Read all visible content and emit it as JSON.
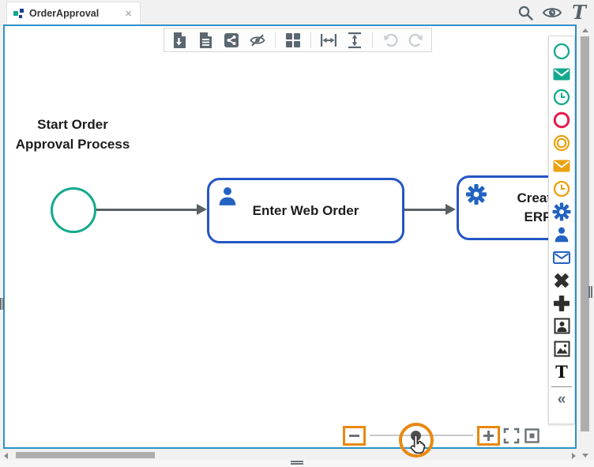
{
  "tab_bar": {
    "tab": {
      "icon": "process-icon",
      "title": "OrderApproval",
      "close_glyph": "×"
    },
    "right_icons": {
      "search": "search-icon",
      "watch": "watch-eye-icon",
      "text_tool_glyph": "T"
    }
  },
  "toolbar": {
    "buttons": [
      {
        "name": "export-document",
        "enabled": true
      },
      {
        "name": "document-report",
        "enabled": true
      },
      {
        "name": "share",
        "enabled": true
      },
      {
        "name": "hide-elements",
        "enabled": true
      },
      {
        "name": "auto-layout-grid",
        "enabled": true
      },
      {
        "name": "fit-width",
        "enabled": true
      },
      {
        "name": "fit-height",
        "enabled": true
      },
      {
        "name": "undo",
        "enabled": false
      },
      {
        "name": "redo",
        "enabled": false
      }
    ]
  },
  "palette": {
    "items": [
      {
        "name": "start-event",
        "color": "#14A98C"
      },
      {
        "name": "message-start-event",
        "color": "#14A98C"
      },
      {
        "name": "timer-start-event",
        "color": "#14A98C"
      },
      {
        "name": "end-event",
        "color": "#E51A4F"
      },
      {
        "name": "intermediate-event",
        "color": "#ECA10E"
      },
      {
        "name": "message-intermediate-event",
        "color": "#ECA10E"
      },
      {
        "name": "timer-intermediate-event",
        "color": "#ECA10E"
      },
      {
        "name": "service-task",
        "color": "#2362C1"
      },
      {
        "name": "user-task",
        "color": "#2362C1"
      },
      {
        "name": "message-task",
        "color": "#2362C1"
      },
      {
        "name": "exclusive-gateway",
        "color": "#2F2F2F"
      },
      {
        "name": "parallel-gateway",
        "color": "#2F2F2F"
      },
      {
        "name": "actor-image",
        "color": "#2F2F2F"
      },
      {
        "name": "image",
        "color": "#2F2F2F"
      },
      {
        "name": "text-annotation",
        "color": "#111111",
        "glyph": "T"
      }
    ],
    "collapse_glyph": "«"
  },
  "diagram": {
    "start_event_label": {
      "line1": "Start Order",
      "line2": "Approval Process"
    },
    "tasks": [
      {
        "type": "user-task",
        "label": "Enter Web Order"
      },
      {
        "type": "service-task",
        "label_line1": "Create",
        "label_line2": "ERP"
      }
    ],
    "connector_color": "#5A6164"
  },
  "zoom_controls": {
    "zoom_out": "zoom-out-button",
    "zoom_in": "zoom-in-button",
    "fit_to_screen": "fit-screen-button",
    "actual_size": "actual-size-button"
  },
  "colors": {
    "canvas_border": "#2E90C8",
    "task_border": "#2456C4",
    "teal": "#14A98C",
    "red": "#E51A4F",
    "orange": "#ECA10E",
    "blue": "#2362C1",
    "icon_gray": "#5B6770",
    "disabled_gray": "#C9CFD3",
    "accent_orange": "#E8890F"
  }
}
